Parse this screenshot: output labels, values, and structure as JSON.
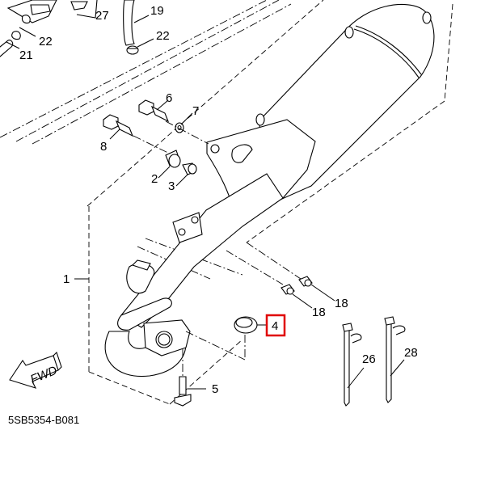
{
  "diagram": {
    "title_code": "5SB5354-B081",
    "direction_label": "FWD",
    "highlight_color": "#e00000",
    "highlighted_part": "4",
    "callouts": [
      {
        "id": "c19",
        "label": "19"
      },
      {
        "id": "c27",
        "label": "27"
      },
      {
        "id": "c22a",
        "label": "22"
      },
      {
        "id": "c22b",
        "label": "22"
      },
      {
        "id": "c21",
        "label": "21"
      },
      {
        "id": "c6",
        "label": "6"
      },
      {
        "id": "c7",
        "label": "7"
      },
      {
        "id": "c8",
        "label": "8"
      },
      {
        "id": "c2",
        "label": "2"
      },
      {
        "id": "c3",
        "label": "3"
      },
      {
        "id": "c1",
        "label": "1"
      },
      {
        "id": "c18a",
        "label": "18"
      },
      {
        "id": "c18b",
        "label": "18"
      },
      {
        "id": "c4",
        "label": "4"
      },
      {
        "id": "c26",
        "label": "26"
      },
      {
        "id": "c28",
        "label": "28"
      },
      {
        "id": "c5",
        "label": "5"
      }
    ]
  }
}
